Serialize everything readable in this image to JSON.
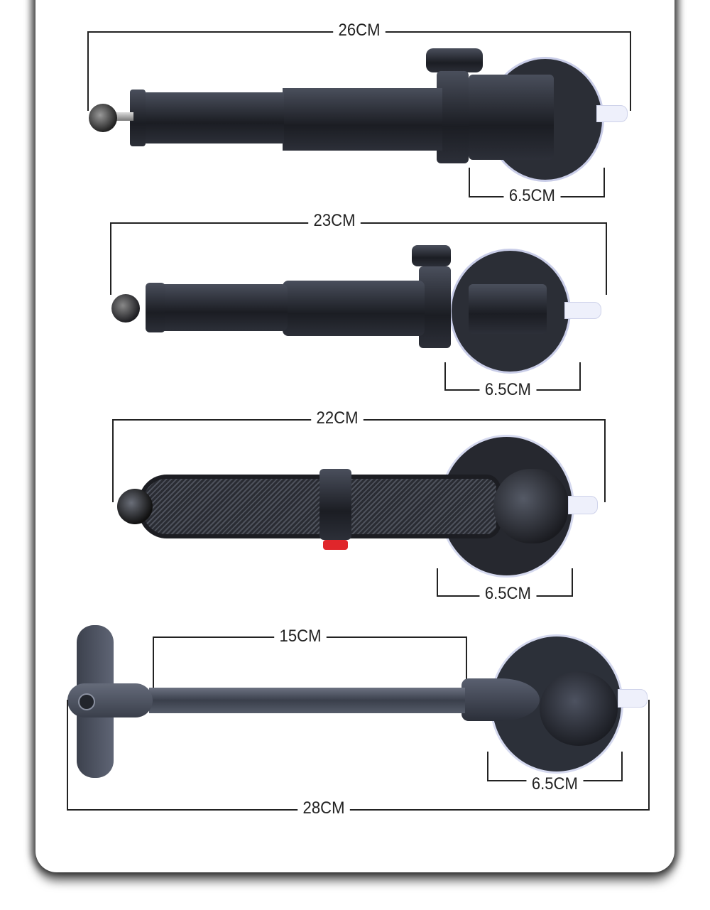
{
  "products": [
    {
      "name": "telescopic-square-arm",
      "length_label": "26CM",
      "suction_label": "6.5CM"
    },
    {
      "name": "telescopic-round-arm",
      "length_label": "23CM",
      "suction_label": "6.5CM"
    },
    {
      "name": "carbon-fiber-arm",
      "length_label": "22CM",
      "suction_label": "6.5CM"
    },
    {
      "name": "long-rod-arm",
      "length_label": "15CM",
      "suction_label": "6.5CM",
      "total_label": "28CM"
    }
  ],
  "colors": {
    "product": "#23252c",
    "accent_red": "#e0262b",
    "suction_edge": "#c9cde8",
    "background": "#ffffff"
  }
}
